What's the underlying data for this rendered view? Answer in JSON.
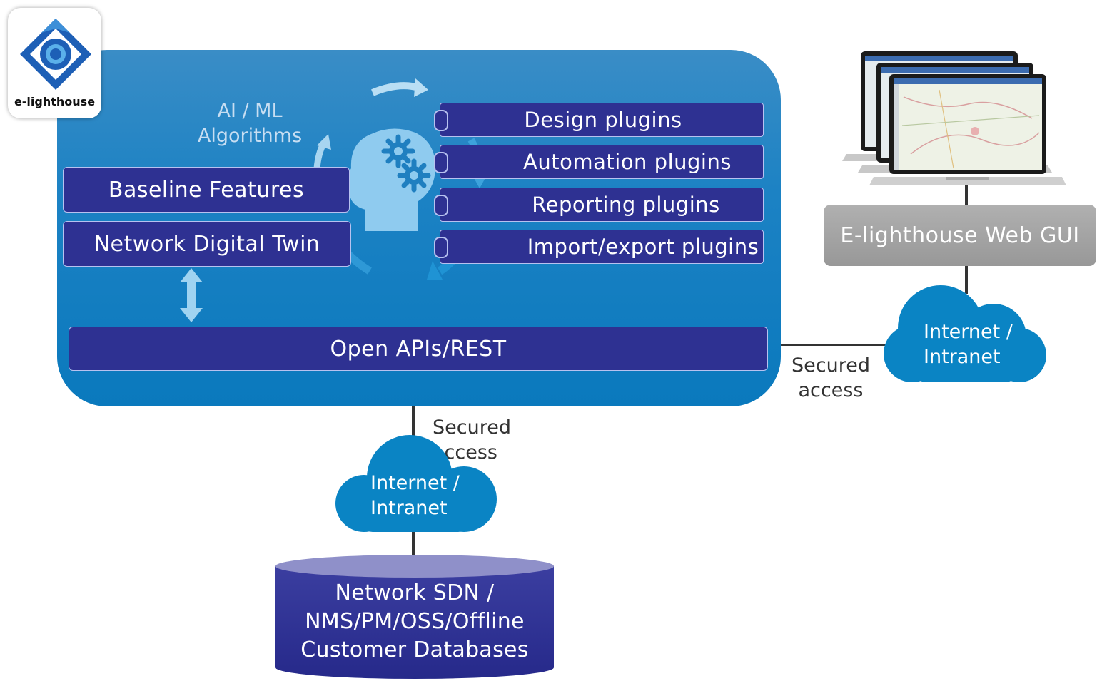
{
  "logo": {
    "text": "e-lighthouse"
  },
  "platform": {
    "ai_ml_label": [
      "AI / ML",
      "Algorithms"
    ],
    "baseline_features": "Baseline Features",
    "network_digital_twin": "Network Digital Twin",
    "open_apis": "Open APIs/REST",
    "plugins": [
      "Design plugins",
      "Automation plugins",
      "Reporting plugins",
      "Import/export plugins"
    ]
  },
  "web_gui": {
    "label": "E-lighthouse Web GUI"
  },
  "connections": {
    "secured_access_right": [
      "Secured",
      "access"
    ],
    "secured_access_bottom": "Secured access"
  },
  "clouds": {
    "right": [
      "Internet /",
      "Intranet"
    ],
    "bottom": [
      "Internet /",
      "Intranet"
    ]
  },
  "database": {
    "lines": [
      "Network SDN /",
      "NMS/PM/OSS/Offline",
      "Customer Databases"
    ]
  },
  "colors": {
    "platform_blue": "#1c82c4",
    "box_purple": "#2e3192",
    "cloud_blue": "#0a84c4",
    "gui_gray": "#a3a3a3",
    "brain_light_blue": "#8fcbef"
  }
}
